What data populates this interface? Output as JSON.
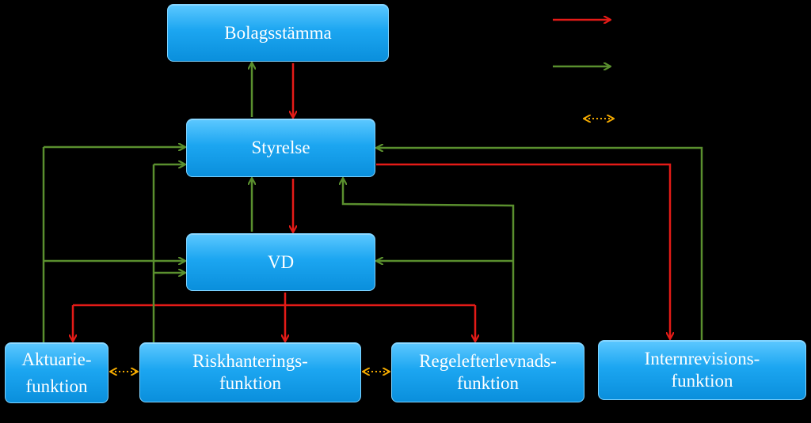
{
  "diagram": {
    "nodes": {
      "bolagsstamma": {
        "label": "Bolagsstämma"
      },
      "styrelse": {
        "label": "Styrelse"
      },
      "vd": {
        "label": "VD"
      },
      "aktuarie": {
        "line1": "Aktuarie-",
        "line2": "funktion"
      },
      "risk": {
        "line1": "Riskhanterings-",
        "line2": "funktion"
      },
      "regel": {
        "line1": "Regelefterlevnads-",
        "line2": "funktion"
      },
      "intern": {
        "line1": "Internrevisions-",
        "line2": "funktion"
      }
    },
    "legend": [
      {
        "style": "red-arrow",
        "label": ""
      },
      {
        "style": "green-arrow",
        "label": ""
      },
      {
        "style": "orange-dotted-double-arrow",
        "label": ""
      }
    ],
    "colors": {
      "background": "#000000",
      "box": "#1aa3ef",
      "box_border": "#7fd3ff",
      "red_line": "#e41b17",
      "green_line": "#5a8f2e",
      "orange_dotted": "#f2a900"
    }
  }
}
